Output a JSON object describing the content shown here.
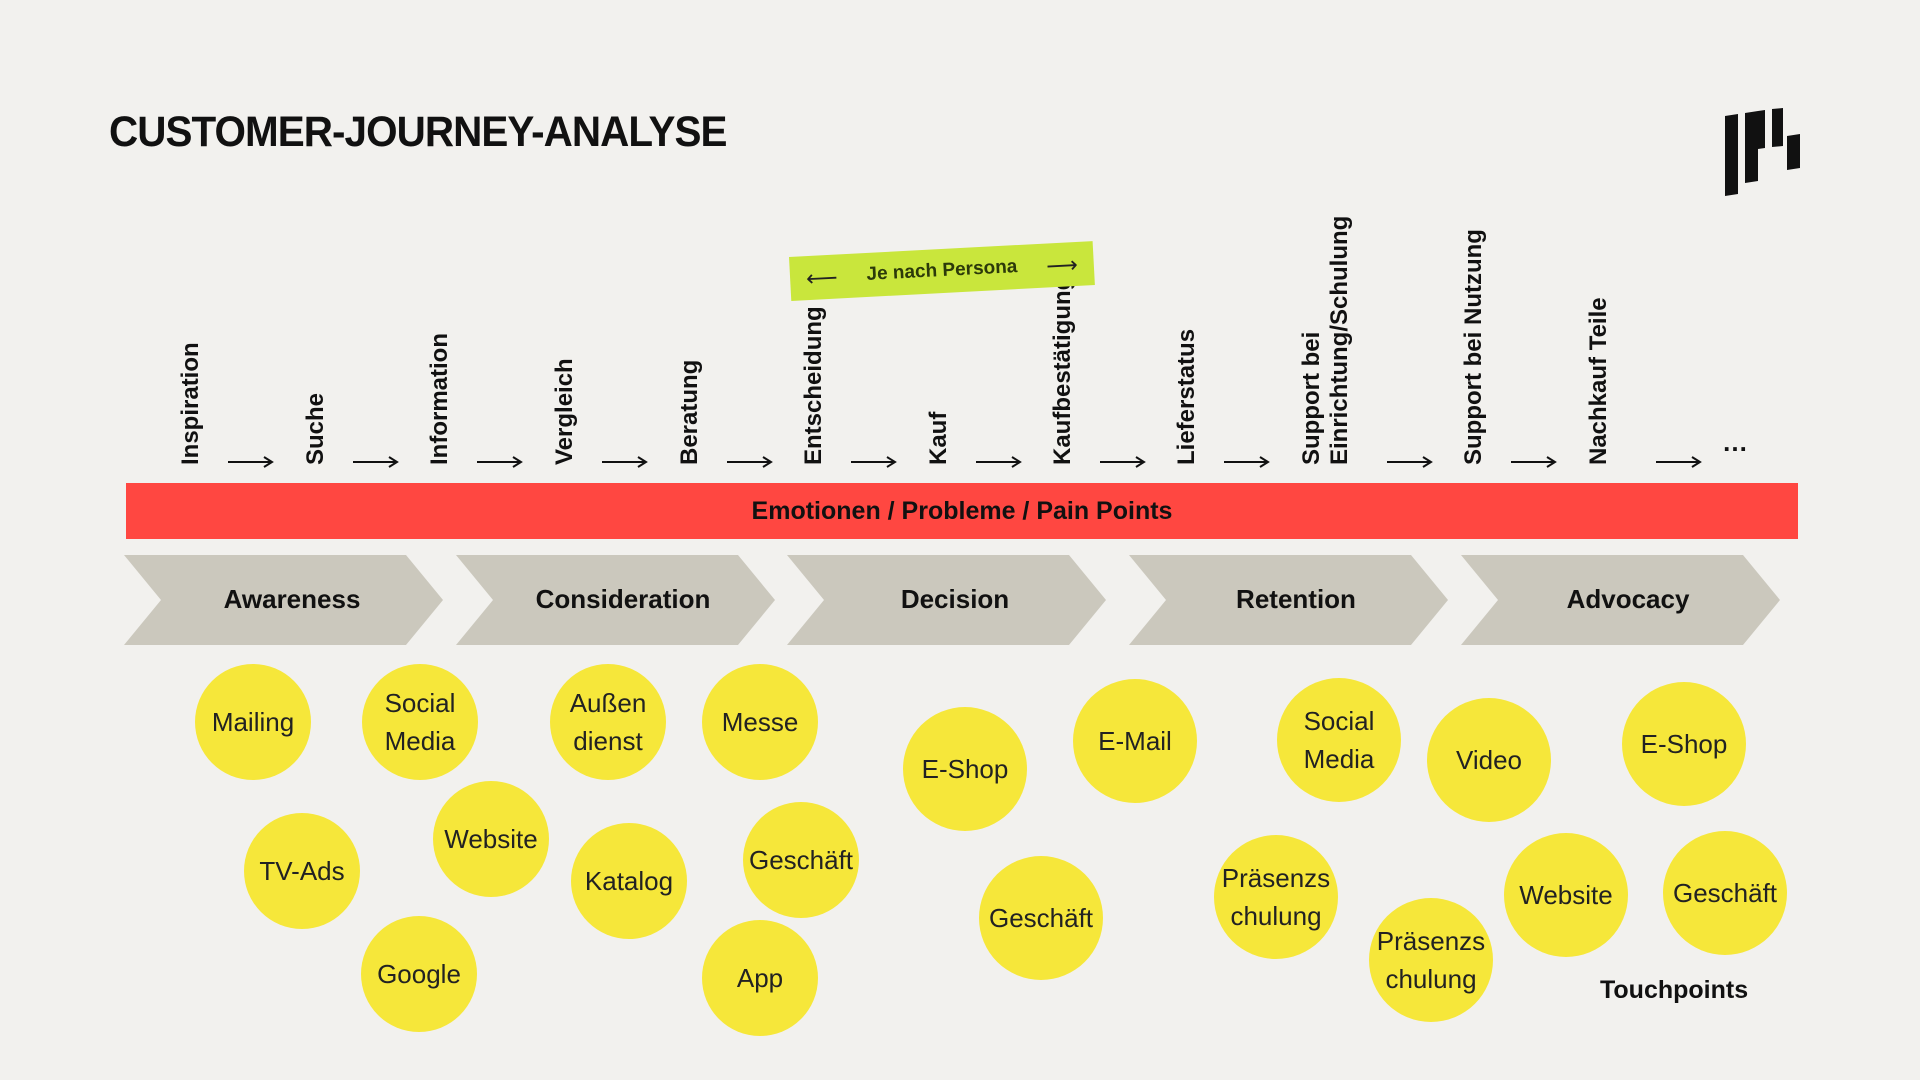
{
  "title": "CUSTOMER-JOURNEY-ANALYSE",
  "steps": [
    [
      "Inspiration"
    ],
    [
      "Suche"
    ],
    [
      "Information"
    ],
    [
      "Vergleich"
    ],
    [
      "Beratung"
    ],
    [
      "Entscheidung"
    ],
    [
      "Kauf"
    ],
    [
      "Kaufbestätigung"
    ],
    [
      "Lieferstatus"
    ],
    [
      "Support bei",
      "Einrichtung/Schulung"
    ],
    [
      "Support bei Nutzung"
    ],
    [
      "Nachkauf Teile"
    ]
  ],
  "steps_more": "…",
  "persona_label": "Je nach Persona",
  "pain_bar": "Emotionen / Probleme / Pain Points",
  "phases": [
    "Awareness",
    "Consideration",
    "Decision",
    "Retention",
    "Advocacy"
  ],
  "touchpoints": [
    [
      "Mailing"
    ],
    [
      "Social",
      "Media"
    ],
    [
      "Außen",
      "dienst"
    ],
    [
      "Messe"
    ],
    [
      "TV-Ads"
    ],
    [
      "Website"
    ],
    [
      "Katalog"
    ],
    [
      "Geschäft"
    ],
    [
      "Google"
    ],
    [
      "App"
    ],
    [
      "E-Shop"
    ],
    [
      "E-Mail"
    ],
    [
      "Geschäft"
    ],
    [
      "Social",
      "Media"
    ],
    [
      "Video"
    ],
    [
      "Präsenzs",
      "chulung"
    ],
    [
      "Präsenzs",
      "chulung"
    ],
    [
      "E-Shop"
    ],
    [
      "Website"
    ],
    [
      "Geschäft"
    ]
  ],
  "touchpoints_label": "Touchpoints",
  "colors": {
    "pain_bar": "#ff4741",
    "touchpoint": "#f6e73a",
    "persona": "#c9e63c",
    "phase": "#cbc8bd"
  }
}
